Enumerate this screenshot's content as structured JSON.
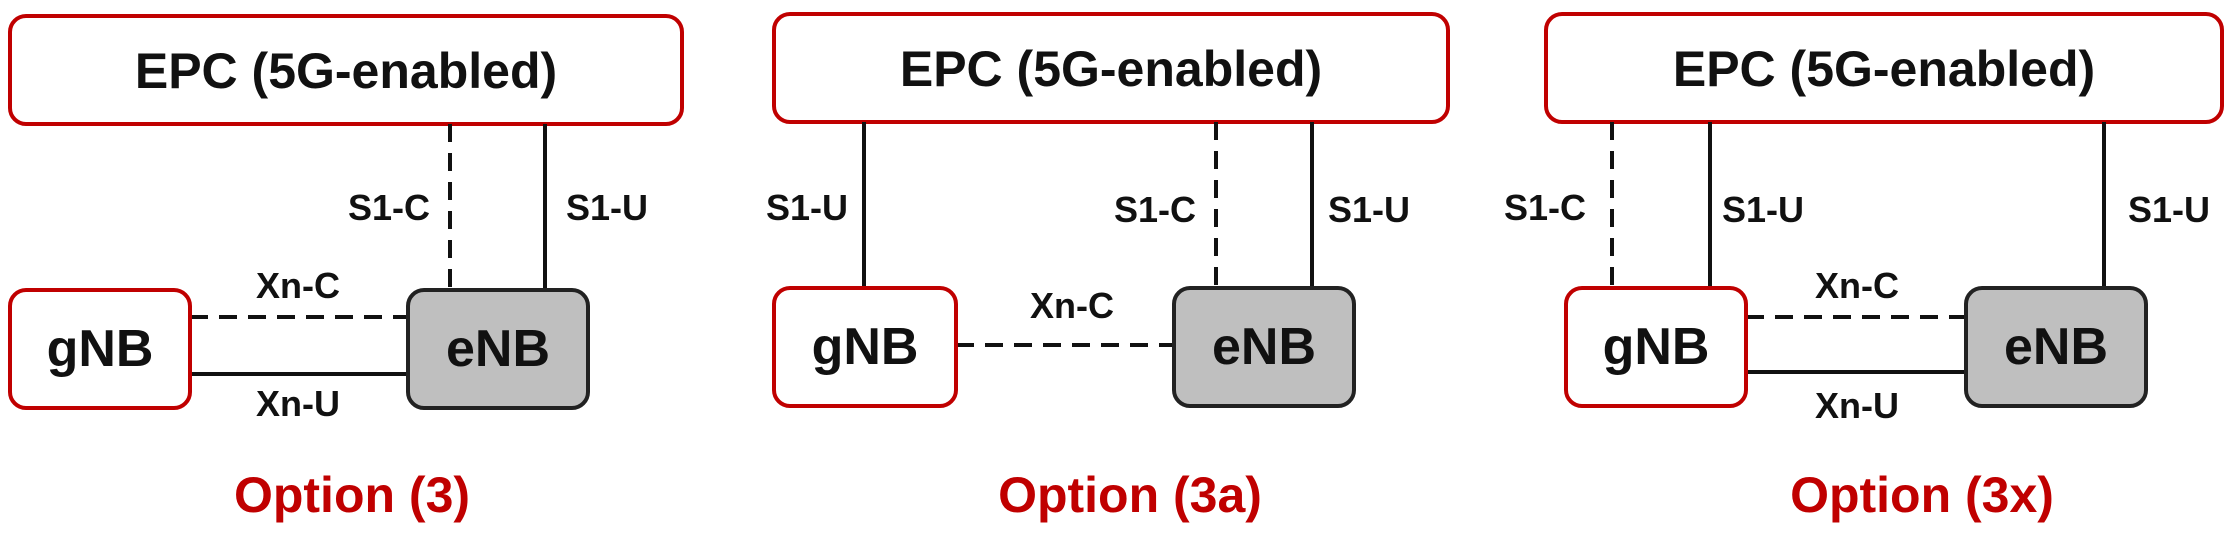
{
  "colors": {
    "node_border": "#c00000",
    "enb_fill": "#bfbfbf",
    "enb_border": "#222222",
    "line": "#111111",
    "option_text": "#c00000",
    "label_text": "#111111"
  },
  "options": [
    {
      "caption": "Option (3)",
      "epc_label": "EPC (5G-enabled)",
      "gnb_label": "gNB",
      "enb_label": "eNB",
      "links": [
        {
          "label": "S1-C",
          "style": "dashed",
          "from": "EPC",
          "to": "eNB"
        },
        {
          "label": "S1-U",
          "style": "solid",
          "from": "EPC",
          "to": "eNB"
        },
        {
          "label": "Xn-C",
          "style": "dashed",
          "from": "gNB",
          "to": "eNB"
        },
        {
          "label": "Xn-U",
          "style": "solid",
          "from": "gNB",
          "to": "eNB"
        }
      ]
    },
    {
      "caption": "Option (3a)",
      "epc_label": "EPC (5G-enabled)",
      "gnb_label": "gNB",
      "enb_label": "eNB",
      "links": [
        {
          "label": "S1-U",
          "style": "solid",
          "from": "EPC",
          "to": "gNB"
        },
        {
          "label": "S1-C",
          "style": "dashed",
          "from": "EPC",
          "to": "eNB"
        },
        {
          "label": "S1-U",
          "style": "solid",
          "from": "EPC",
          "to": "eNB"
        },
        {
          "label": "Xn-C",
          "style": "dashed",
          "from": "gNB",
          "to": "eNB"
        }
      ]
    },
    {
      "caption": "Option (3x)",
      "epc_label": "EPC (5G-enabled)",
      "gnb_label": "gNB",
      "enb_label": "eNB",
      "links": [
        {
          "label": "S1-C",
          "style": "dashed",
          "from": "EPC",
          "to": "gNB"
        },
        {
          "label": "S1-U",
          "style": "solid",
          "from": "EPC",
          "to": "gNB"
        },
        {
          "label": "S1-U",
          "style": "solid",
          "from": "EPC",
          "to": "eNB"
        },
        {
          "label": "Xn-C",
          "style": "dashed",
          "from": "gNB",
          "to": "eNB"
        },
        {
          "label": "Xn-U",
          "style": "solid",
          "from": "gNB",
          "to": "eNB"
        }
      ]
    }
  ]
}
